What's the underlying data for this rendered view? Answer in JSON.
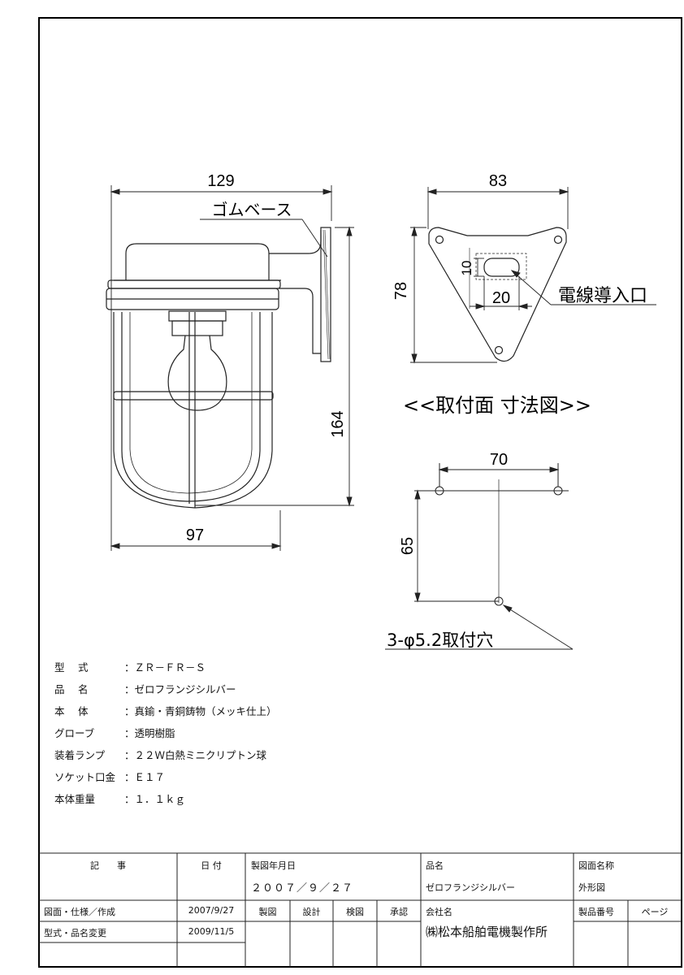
{
  "drawing": {
    "side_view": {
      "width_overall": "129",
      "label_rubber_base": "ゴムベース",
      "height_overall": "164",
      "globe_width": "97"
    },
    "mount_face": {
      "width": "83",
      "height": "78",
      "slot_height": "10",
      "slot_width": "20",
      "cable_entry_label": "電線導入口"
    },
    "mount_title": "<<取付面  寸法図>>",
    "hole_pattern": {
      "spacing_horizontal": "70",
      "spacing_vertical": "65",
      "hole_label": "3-φ5.2取付穴"
    }
  },
  "specs": [
    {
      "label": "型　 式",
      "value": "：ＺＲ－ＦＲ－Ｓ"
    },
    {
      "label": "品　 名",
      "value": "：ゼロフランジシルバー"
    },
    {
      "label": "本　 体",
      "value": "：真鍮・青銅鋳物（メッキ仕上）"
    },
    {
      "label": "グローブ",
      "value": "：透明樹脂"
    },
    {
      "label": "装着ランプ",
      "value": "：２２Ｗ白熱ミニクリプトン球"
    },
    {
      "label": "ソケット口金",
      "value": "：Ｅ１７"
    },
    {
      "label": "本体重量",
      "value": "：１．１ｋｇ"
    }
  ],
  "title_block": {
    "header_record": "記　　事",
    "header_date": "日 付",
    "label_drawing_date": "製図年月日",
    "drawing_date": "２００７／９／２７",
    "label_product_name": "品名",
    "product_name": "ゼロフランジシルバー",
    "label_drawing_name": "図面名称",
    "drawing_name": "外形図",
    "records": [
      {
        "text": "図面・仕様／作成",
        "date": "2007/9/27"
      },
      {
        "text": "型式・品名変更",
        "date": "2009/11/5"
      }
    ],
    "col_draft": "製図",
    "col_design": "設計",
    "col_check": "検図",
    "col_approve": "承認",
    "label_company": "会社名",
    "company": "㈱松本船舶電機製作所",
    "label_product_no": "製品番号",
    "label_page": "ページ"
  }
}
